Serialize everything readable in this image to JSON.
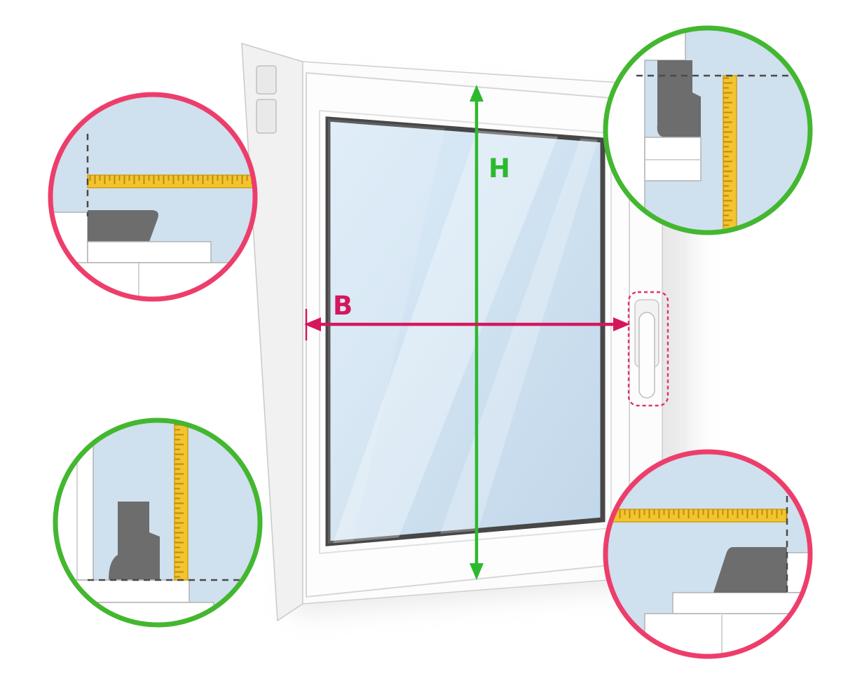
{
  "labels": {
    "height": "H",
    "width": "B"
  },
  "colors": {
    "arrow_green": "#2db92d",
    "arrow_crimson": "#d4175d",
    "circle_green": "#43b72f",
    "circle_pink": "#ed3e6b",
    "tape_yellow": "#f3c42e",
    "tape_tick": "#bb8d12",
    "glass_blue": "#cfe0ee",
    "profile_gray": "#6d6d6d",
    "dash_gray": "#4a4a4a",
    "highlight_pink": "#e0356b",
    "frame_white": "#fcfcfc"
  },
  "window": {
    "handle_highlighted": true
  },
  "insets": [
    {
      "id": "top-left",
      "position": "top-left",
      "border_color": "#ed3e6b",
      "tape_orientation": "horizontal",
      "icon": "measuring-tape-icon"
    },
    {
      "id": "top-right",
      "position": "top-right",
      "border_color": "#43b72f",
      "tape_orientation": "vertical",
      "icon": "measuring-tape-icon"
    },
    {
      "id": "bottom-left",
      "position": "bottom-left",
      "border_color": "#43b72f",
      "tape_orientation": "vertical",
      "icon": "measuring-tape-icon"
    },
    {
      "id": "bottom-right",
      "position": "bottom-right",
      "border_color": "#ed3e6b",
      "tape_orientation": "horizontal",
      "icon": "measuring-tape-icon"
    }
  ]
}
